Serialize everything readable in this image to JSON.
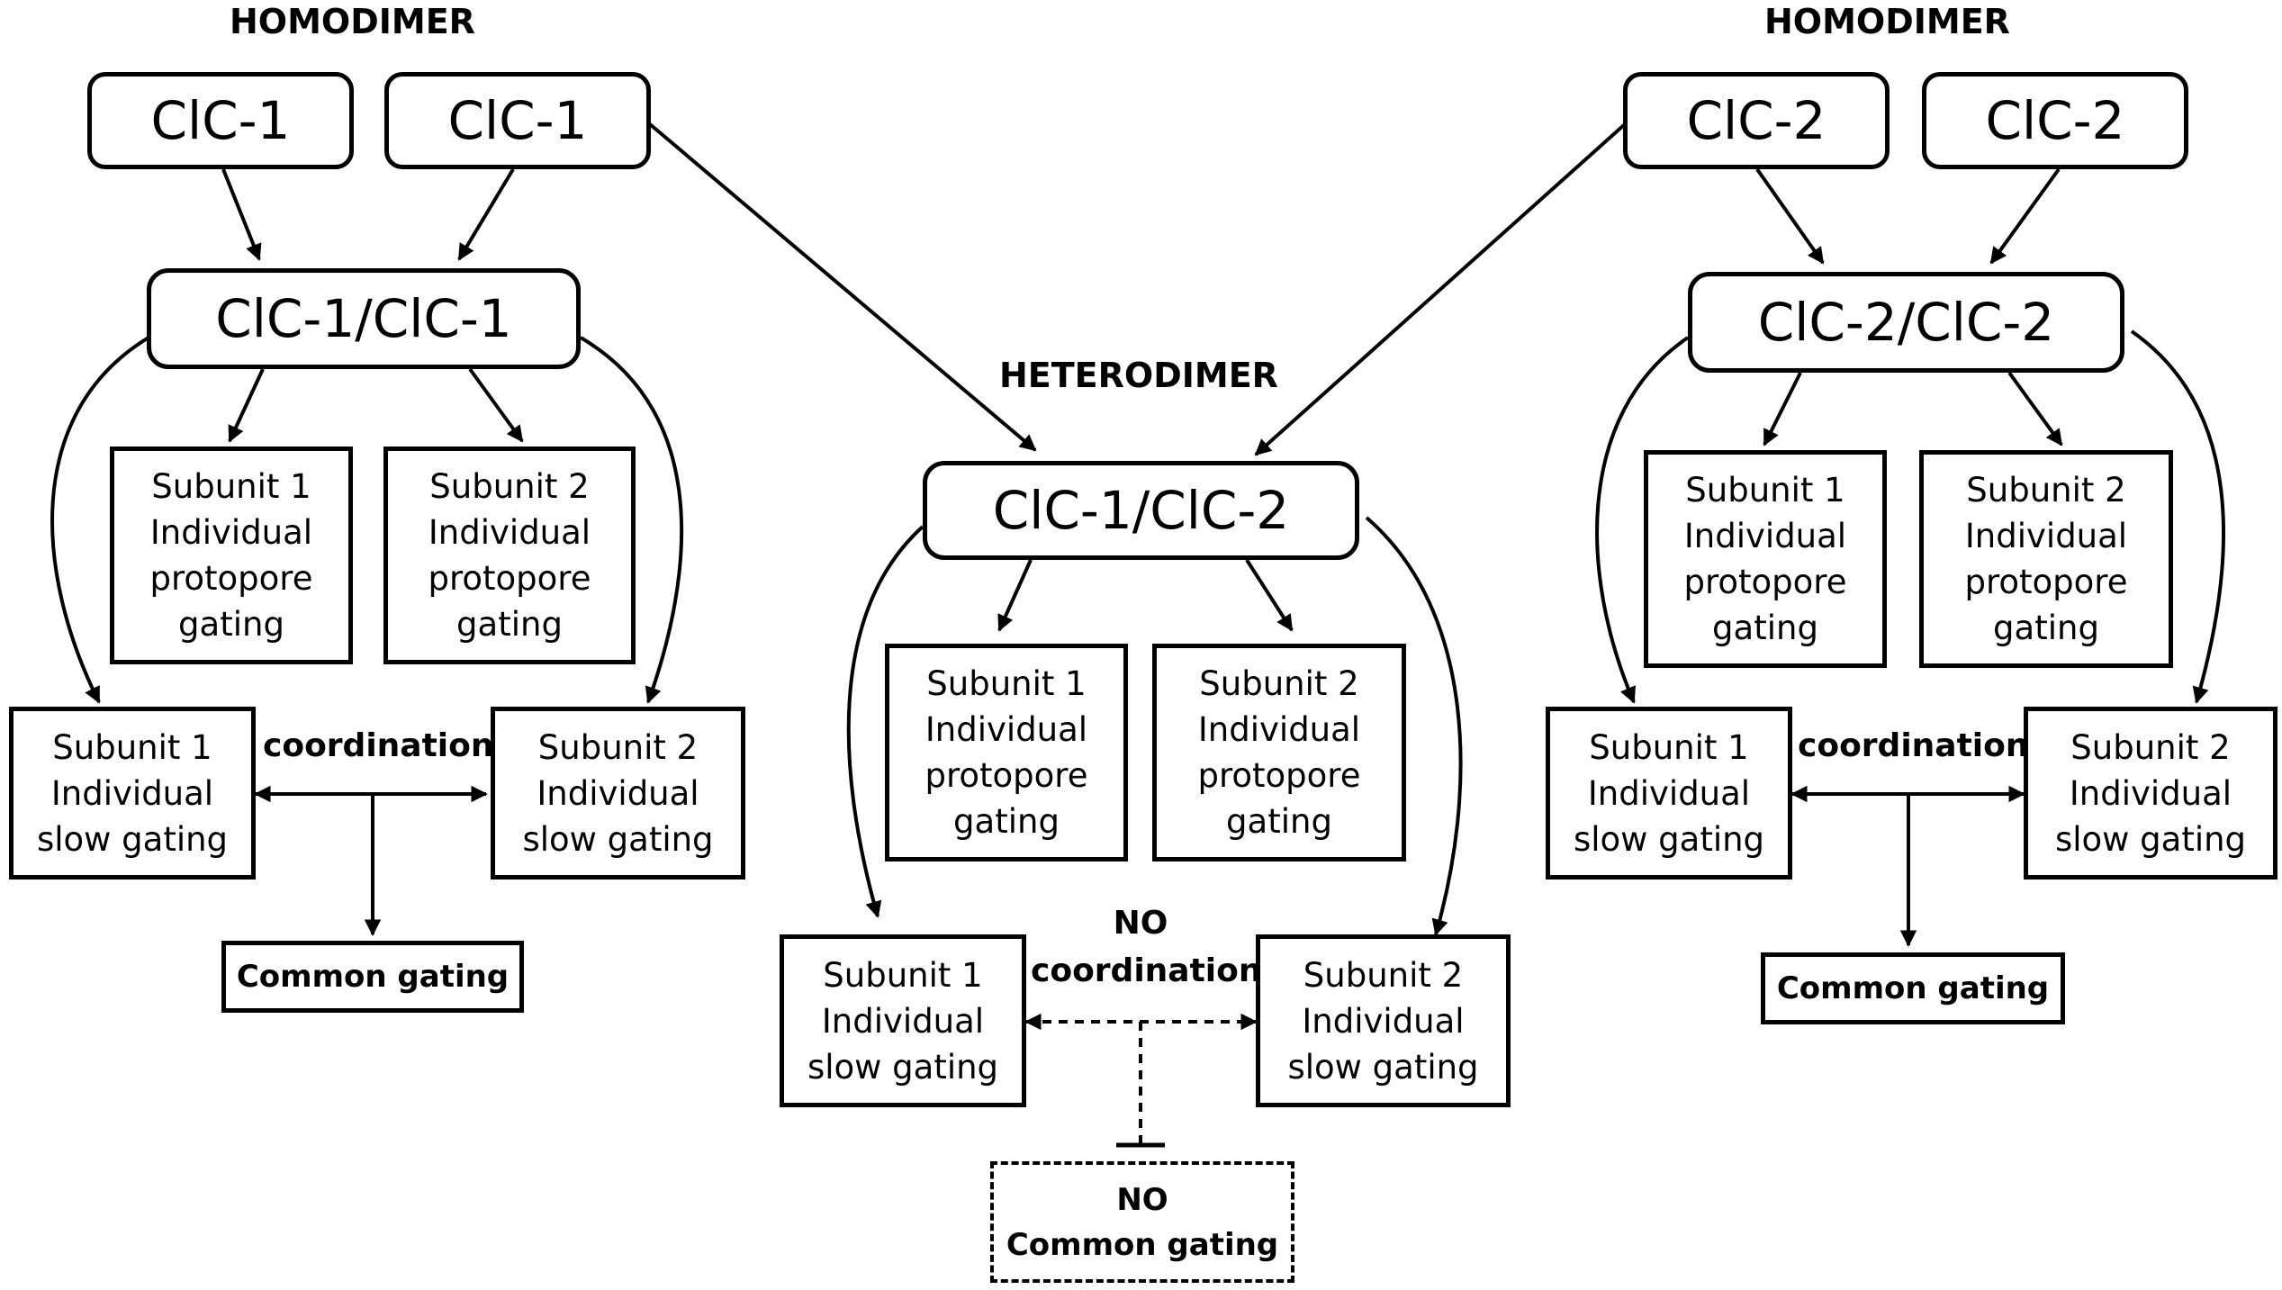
{
  "labels": {
    "homodimer_left": "HOMODIMER",
    "homodimer_right": "HOMODIMER",
    "heterodimer": "HETERODIMER",
    "coordination_left": "coordination",
    "coordination_right": "coordination",
    "no_coordination_line1": "NO",
    "no_coordination_line2": "coordination"
  },
  "left": {
    "monomer_a": "ClC-1",
    "monomer_b": "ClC-1",
    "dimer": "ClC-1/ClC-1",
    "proto1": [
      "Subunit 1",
      "Individual",
      "protopore",
      "gating"
    ],
    "proto2": [
      "Subunit 2",
      "Individual",
      "protopore",
      "gating"
    ],
    "slow1": [
      "Subunit 1",
      "Individual",
      "slow gating"
    ],
    "slow2": [
      "Subunit 2",
      "Individual",
      "slow gating"
    ],
    "common": "Common gating"
  },
  "right": {
    "monomer_a": "ClC-2",
    "monomer_b": "ClC-2",
    "dimer": "ClC-2/ClC-2",
    "proto1": [
      "Subunit 1",
      "Individual",
      "protopore",
      "gating"
    ],
    "proto2": [
      "Subunit 2",
      "Individual",
      "protopore",
      "gating"
    ],
    "slow1": [
      "Subunit 1",
      "Individual",
      "slow gating"
    ],
    "slow2": [
      "Subunit 2",
      "Individual",
      "slow gating"
    ],
    "common": "Common gating"
  },
  "middle": {
    "dimer": "ClC-1/ClC-2",
    "proto1": [
      "Subunit 1",
      "Individual",
      "protopore",
      "gating"
    ],
    "proto2": [
      "Subunit 2",
      "Individual",
      "protopore",
      "gating"
    ],
    "slow1": [
      "Subunit 1",
      "Individual",
      "slow gating"
    ],
    "slow2": [
      "Subunit 2",
      "Individual",
      "slow gating"
    ],
    "no_common_line1": "NO",
    "no_common_line2": "Common gating"
  }
}
